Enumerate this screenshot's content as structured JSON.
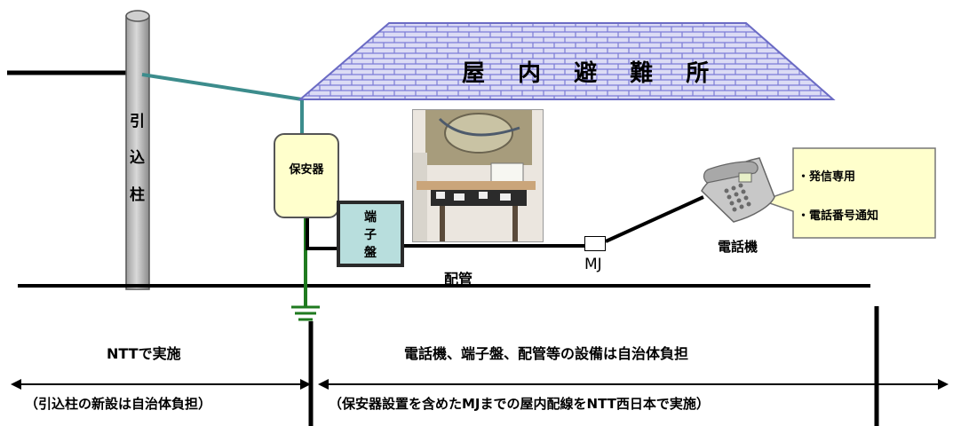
{
  "roof_title": "屋 内 避 難 所",
  "pole_label": [
    "引",
    "込",
    "柱"
  ],
  "protector_label": "保安器",
  "terminal_board_label": [
    "端",
    "子",
    "盤"
  ],
  "mj_label": "MJ",
  "phone_label": "電話機",
  "pipe_label": "配管",
  "callout_items": [
    "・発信専用",
    "・電話番号通知"
  ],
  "left_section": {
    "title": "NTTで実施",
    "note": "（引込柱の新設は自治体負担）"
  },
  "right_section": {
    "title": "電話機、端子盤、配管等の設備は自治体負担",
    "note": "（保安器設置を含めたMJまでの屋内配線をNTT西日本で実施）"
  },
  "colors": {
    "roof_fill": "#dcdcf5",
    "roof_brick": "#7b7bd6",
    "drop_wire": "#3c8c8c",
    "ground_wire": "#1f7a1f",
    "protector_fill": "#ffffcc",
    "terminal_fill": "#b8dedd",
    "callout_fill": "#ffffcc"
  }
}
